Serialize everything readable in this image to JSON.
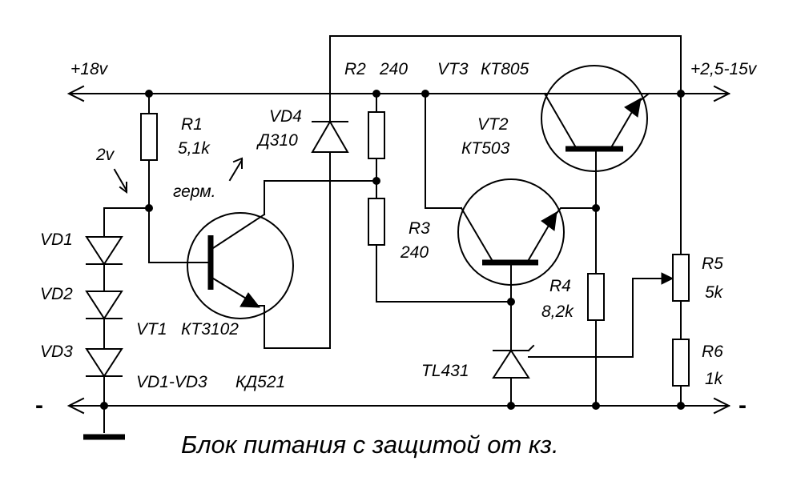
{
  "rails": {
    "vin": "+18v",
    "vout": "+2,5-15v",
    "gnd_left": "-",
    "gnd_right": "-"
  },
  "notes": {
    "diode_voltage": "2v",
    "germanium": "герм."
  },
  "components": {
    "r1": {
      "ref": "R1",
      "value": "5,1k"
    },
    "r2": {
      "ref": "R2",
      "value": "240"
    },
    "r3": {
      "ref": "R3",
      "value": "240"
    },
    "r4": {
      "ref": "R4",
      "value": "8,2k"
    },
    "r5": {
      "ref": "R5",
      "value": "5k"
    },
    "r6": {
      "ref": "R6",
      "value": "1k"
    },
    "vd1": {
      "ref": "VD1"
    },
    "vd2": {
      "ref": "VD2"
    },
    "vd3": {
      "ref": "VD3"
    },
    "vd4": {
      "ref": "VD4",
      "value": "Д310"
    },
    "vt1": {
      "ref": "VT1",
      "value": "КТ3102"
    },
    "vt2": {
      "ref": "VT2",
      "value": "КТ503"
    },
    "vt3": {
      "ref": "VT3",
      "value": "КТ805"
    },
    "tl431": {
      "ref": "TL431"
    },
    "vd_group": {
      "ref": "VD1-VD3",
      "value": "КД521"
    }
  },
  "caption": "Блок питания с защитой от кз."
}
